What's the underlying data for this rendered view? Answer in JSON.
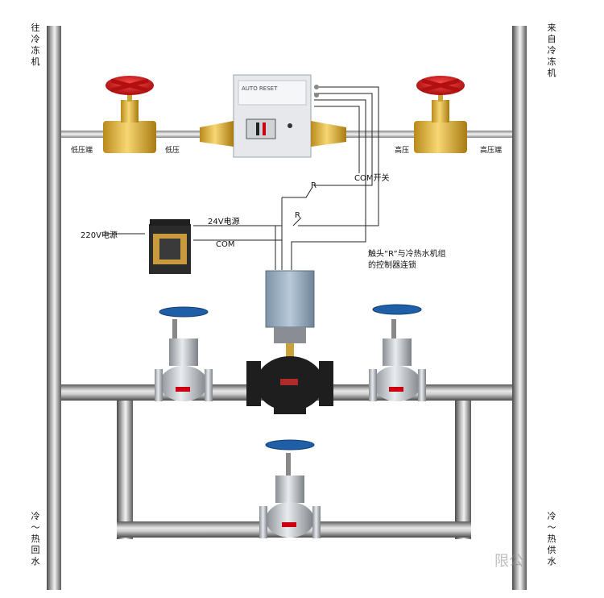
{
  "left_column": {
    "top_label": "往冷冻机",
    "bottom_label": "冷～热回水"
  },
  "right_column": {
    "top_label": "来自冷冻机",
    "bottom_label": "冷～热供水"
  },
  "labels": {
    "low_pressure_end": "低压端",
    "low_pressure": "低压",
    "high_pressure": "高压",
    "high_pressure_end": "高压端",
    "com_switch": "COM开关",
    "relay_r1": "R",
    "relay_r2": "R",
    "power_24v": "24V电源",
    "power_220v": "220V电源",
    "com": "COM",
    "switch_brand": "AUTO RESET",
    "interlock_note_line1": "触头“R”与冷热水机组",
    "interlock_note_line2": "的控制器连锁"
  },
  "watermark": "限公"
}
